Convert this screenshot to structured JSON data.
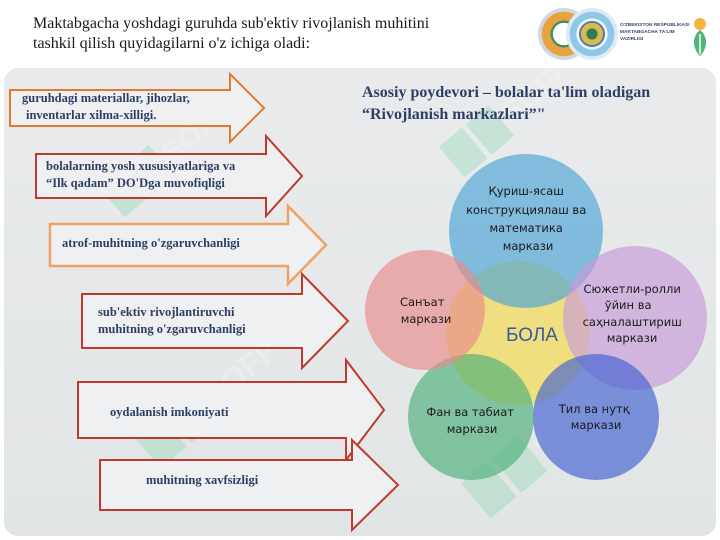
{
  "header": {
    "line1": "Maktabgacha yoshdagi guruhda sub'ektiv rivojlanish muhitini",
    "line2": "tashkil qilish quyidagilarni o'z ichiga oladi:"
  },
  "logo": {
    "ministry_line1": "O'ZBEKISTON RESPUBLIKASI",
    "ministry_line2": "MAKTABGACHA TA'LIM",
    "ministry_line3": "VAZIRLIGI"
  },
  "arrows": [
    {
      "line1": "guruhdagi materiallar, jihozlar,",
      "line2": "inventarlar xilma-xilligi.",
      "color": "#e07a2e"
    },
    {
      "line1": "bolalarning yosh xususiyatlariga va",
      "line2": "“Ilk qadam” DO'Dga muvofiqligi",
      "color": "#c0392b"
    },
    {
      "line1": "atrof-muhitning o'zgaruvchanligi",
      "line2": "",
      "color": "#f0a266"
    },
    {
      "line1": "sub'ektiv rivojlantiruvchi",
      "line2": "muhitning o'zgaruvchanligi",
      "color": "#c0392b"
    },
    {
      "line1": "oydalanish imkoniyati",
      "line2": "",
      "color": "#c0392b"
    },
    {
      "line1": "muhitning xavfsizligi",
      "line2": "",
      "color": "#c0392b"
    }
  ],
  "right_heading": {
    "line1": "Asosiy poydevori – bolalar ta'lim oladigan",
    "line2": "“Rivojlanish markazlari”\""
  },
  "venn": {
    "center": "БОЛА",
    "circles": [
      {
        "lines": [
          "Қуриш-ясаш",
          "конструкциялаш ва",
          "математика",
          "маркази"
        ],
        "color": "#4aa3d6"
      },
      {
        "lines": [
          "Сюжетли-ролли",
          "ўйин ва",
          "саҳналаштириш",
          "маркази"
        ],
        "color": "#c89ad8"
      },
      {
        "lines": [
          "Тил ва нутқ",
          "маркази"
        ],
        "color": "#3f5fcf"
      },
      {
        "lines": [
          "Фан ва табиат",
          "маркази"
        ],
        "color": "#4caf7a"
      },
      {
        "lines": [
          "Санъат",
          "маркази"
        ],
        "color": "#e88a8a"
      }
    ],
    "center_color": "#f2dc5c"
  },
  "watermark": "SOFF"
}
